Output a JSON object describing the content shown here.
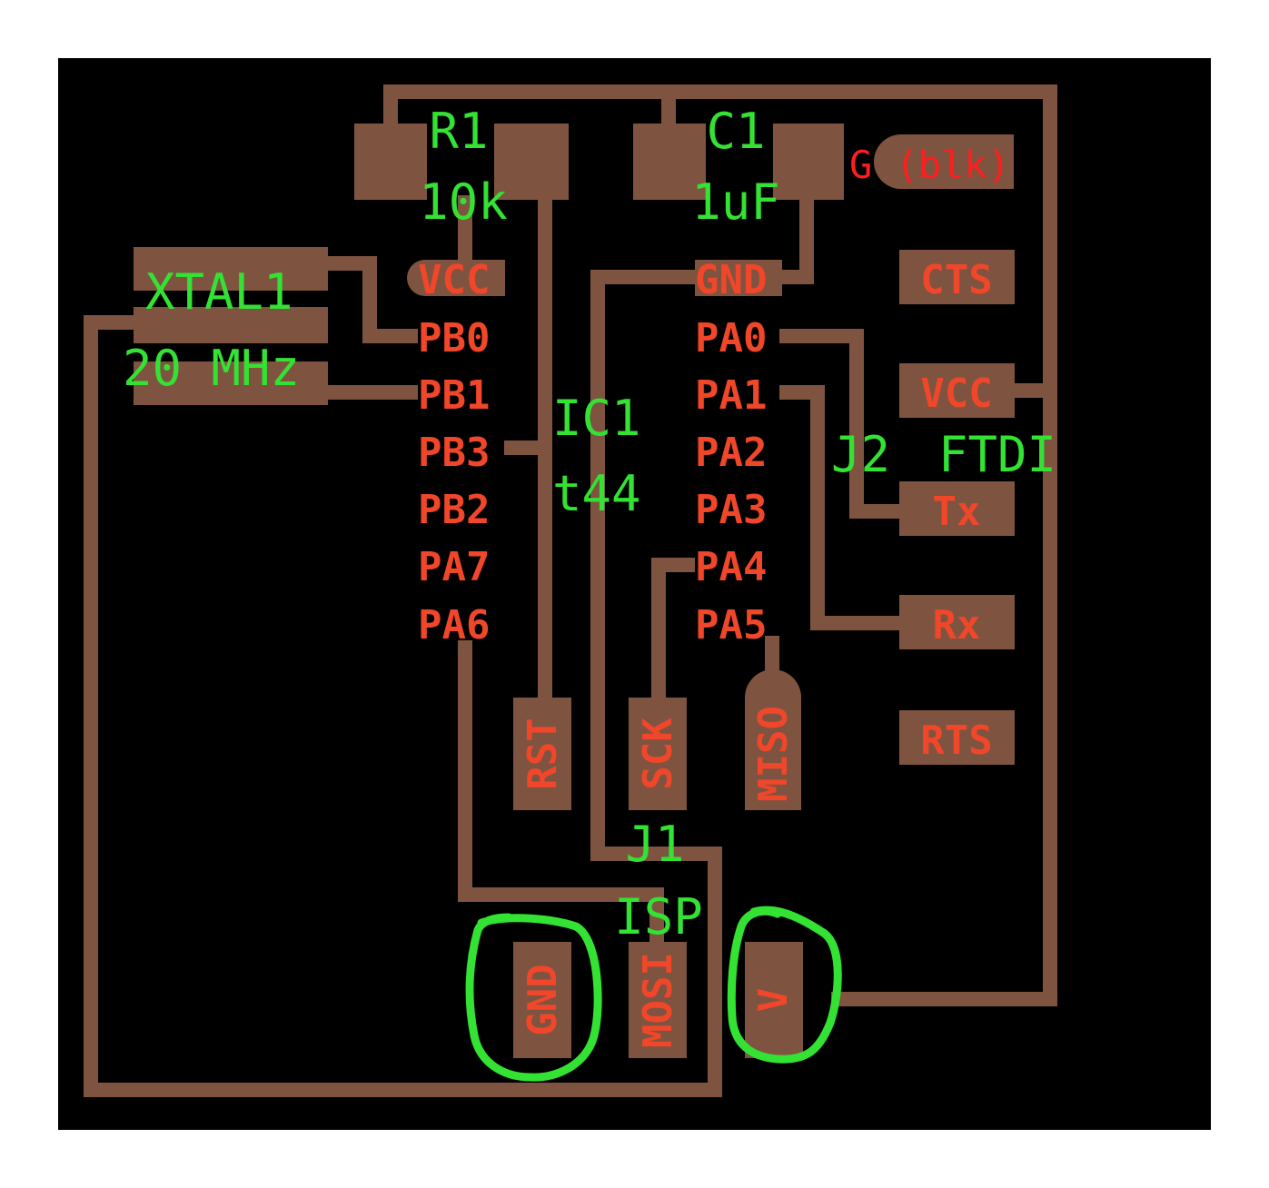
{
  "colors": {
    "background": "#000000",
    "copper": "#7e5440",
    "pad_label": "#f0462a",
    "part_label": "#33e233",
    "annotation": "#33e233",
    "net_label": "#ff1e1e"
  },
  "components": {
    "r1": {
      "ref": "R1",
      "value": "10k"
    },
    "c1": {
      "ref": "C1",
      "value": "1uF"
    },
    "xtal1": {
      "ref": "XTAL1",
      "value": "20 MHz"
    },
    "ic1": {
      "ref": "IC1",
      "value": "t44"
    },
    "j1": {
      "ref": "J1",
      "value": "ISP"
    },
    "j2": {
      "ref": "J2",
      "value": "FTDI"
    }
  },
  "ic1_left_pins": [
    "VCC",
    "PB0",
    "PB1",
    "PB3",
    "PB2",
    "PA7",
    "PA6"
  ],
  "ic1_right_pins": [
    "GND",
    "PA0",
    "PA1",
    "PA2",
    "PA3",
    "PA4",
    "PA5"
  ],
  "ftdi_pins": [
    "CTS",
    "VCC",
    "Tx",
    "Rx",
    "RTS"
  ],
  "ftdi_gnd_label": "G (blk)",
  "isp_pins": [
    "RST",
    "SCK",
    "MISO",
    "GND",
    "MOSI",
    "V"
  ]
}
